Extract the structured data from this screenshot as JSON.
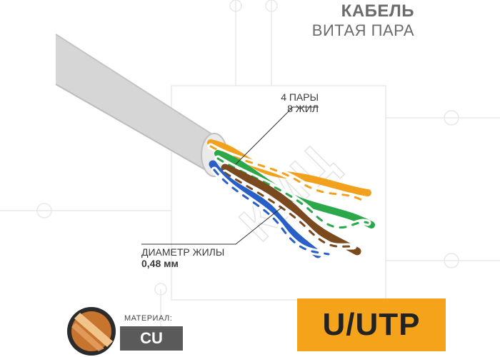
{
  "title": {
    "line1": "КАБЕЛЬ",
    "line2": "ВИТАЯ ПАРА"
  },
  "annotations": {
    "pairs_line1": "4 ПАРЫ",
    "pairs_line2": "8 ЖИЛ",
    "diameter_label": "ДИАМЕТР ЖИЛЫ",
    "diameter_value": "0,48 мм"
  },
  "material": {
    "label": "МАТЕРИАЛ:",
    "value": "CU"
  },
  "shield_type": "U/UTP",
  "watermark": "КМЦ",
  "colors": {
    "jacket": "#dcdcdc",
    "orange": "#f2a11c",
    "green": "#2aa84a",
    "blue": "#2860c8",
    "brown": "#7a4a1e",
    "badge": "#f4a31b",
    "material_box": "#5a5a5a"
  }
}
